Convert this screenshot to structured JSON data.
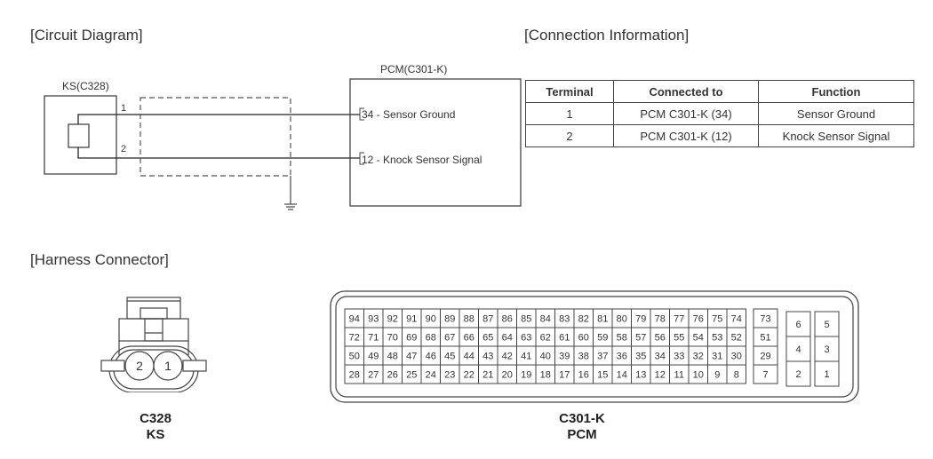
{
  "sections": {
    "circuit_diagram": "[Circuit Diagram]",
    "connection_information": "[Connection Information]",
    "harness_connector": "[Harness Connector]"
  },
  "circuit": {
    "sensor_label": "KS(C328)",
    "pcm_label": "PCM(C301-K)",
    "sensor_pins": [
      "1",
      "2"
    ],
    "pcm_pins": [
      {
        "pin": "34",
        "text": "34 - Sensor Ground"
      },
      {
        "pin": "12",
        "text": "12 - Knock Sensor Signal"
      }
    ]
  },
  "connection_table": {
    "headers": [
      "Terminal",
      "Connected to",
      "Function"
    ],
    "rows": [
      [
        "1",
        "PCM C301-K (34)",
        "Sensor Ground"
      ],
      [
        "2",
        "PCM C301-K (12)",
        "Knock Sensor Signal"
      ]
    ]
  },
  "harness": {
    "ks": {
      "pins": [
        "2",
        "1"
      ],
      "caption_line1": "C328",
      "caption_line2": "KS"
    },
    "pcm": {
      "caption_line1": "C301-K",
      "caption_line2": "PCM",
      "main_grid": [
        [
          "94",
          "93",
          "92",
          "91",
          "90",
          "89",
          "88",
          "87",
          "86",
          "85",
          "84",
          "83",
          "82",
          "81",
          "80",
          "79",
          "78",
          "77",
          "76",
          "75",
          "74"
        ],
        [
          "72",
          "71",
          "70",
          "69",
          "68",
          "67",
          "66",
          "65",
          "64",
          "63",
          "62",
          "61",
          "60",
          "59",
          "58",
          "57",
          "56",
          "55",
          "54",
          "53",
          "52"
        ],
        [
          "50",
          "49",
          "48",
          "47",
          "46",
          "45",
          "44",
          "43",
          "42",
          "41",
          "40",
          "39",
          "38",
          "37",
          "36",
          "35",
          "34",
          "33",
          "32",
          "31",
          "30"
        ],
        [
          "28",
          "27",
          "26",
          "25",
          "24",
          "23",
          "22",
          "21",
          "20",
          "19",
          "18",
          "17",
          "16",
          "15",
          "14",
          "13",
          "12",
          "11",
          "10",
          "9",
          "8"
        ]
      ],
      "side_column": [
        "73",
        "51",
        "29",
        "7"
      ],
      "power_block_left": [
        "6",
        "4",
        "2"
      ],
      "power_block_right": [
        "5",
        "3",
        "1"
      ]
    }
  }
}
